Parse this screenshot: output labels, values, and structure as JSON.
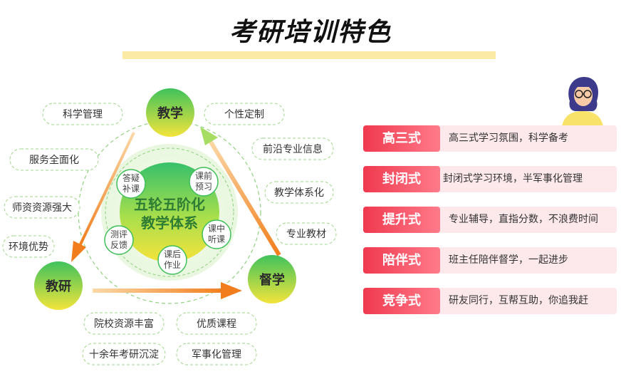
{
  "page": {
    "title": "考研培训特色"
  },
  "diagram": {
    "center_line1": "五轮五阶化",
    "center_line2": "教学体系",
    "nodes": {
      "teach": "教学",
      "research": "教研",
      "supervise": "督学"
    },
    "small_nodes": [
      {
        "line1": "答疑",
        "line2": "补课"
      },
      {
        "line1": "课前",
        "line2": "预习"
      },
      {
        "line1": "课中",
        "line2": "听课"
      },
      {
        "line1": "课后",
        "line2": "作业"
      },
      {
        "line1": "测评",
        "line2": "反馈"
      }
    ],
    "left_pills": [
      "科学管理",
      "服务全面化",
      "师资资源强大",
      "环境优势"
    ],
    "right_pills": [
      "个性定制",
      "前沿专业信息",
      "教学体系化",
      "专业教材"
    ],
    "bottom_pills": [
      "院校资源丰富",
      "优质课程",
      "十余年考研沉淀",
      "军事化管理"
    ]
  },
  "methods": [
    {
      "tag": "高三式",
      "desc": "高三式学习氛围，科学备考"
    },
    {
      "tag": "封闭式",
      "desc": "封闭式学习环境，半军事化管理"
    },
    {
      "tag": "提升式",
      "desc": "专业辅导，直指分数，不浪费时间"
    },
    {
      "tag": "陪伴式",
      "desc": "班主任陪伴督学，一起进步"
    },
    {
      "tag": "竞争式",
      "desc": "研友同行，互帮互助，你追我赶"
    }
  ],
  "colors": {
    "accent_red": "#f0394f",
    "green": "#3fbf5a",
    "yellow": "#f5e13a",
    "orange": "#f27d1c"
  },
  "icons": {
    "person": "person-illustration"
  }
}
